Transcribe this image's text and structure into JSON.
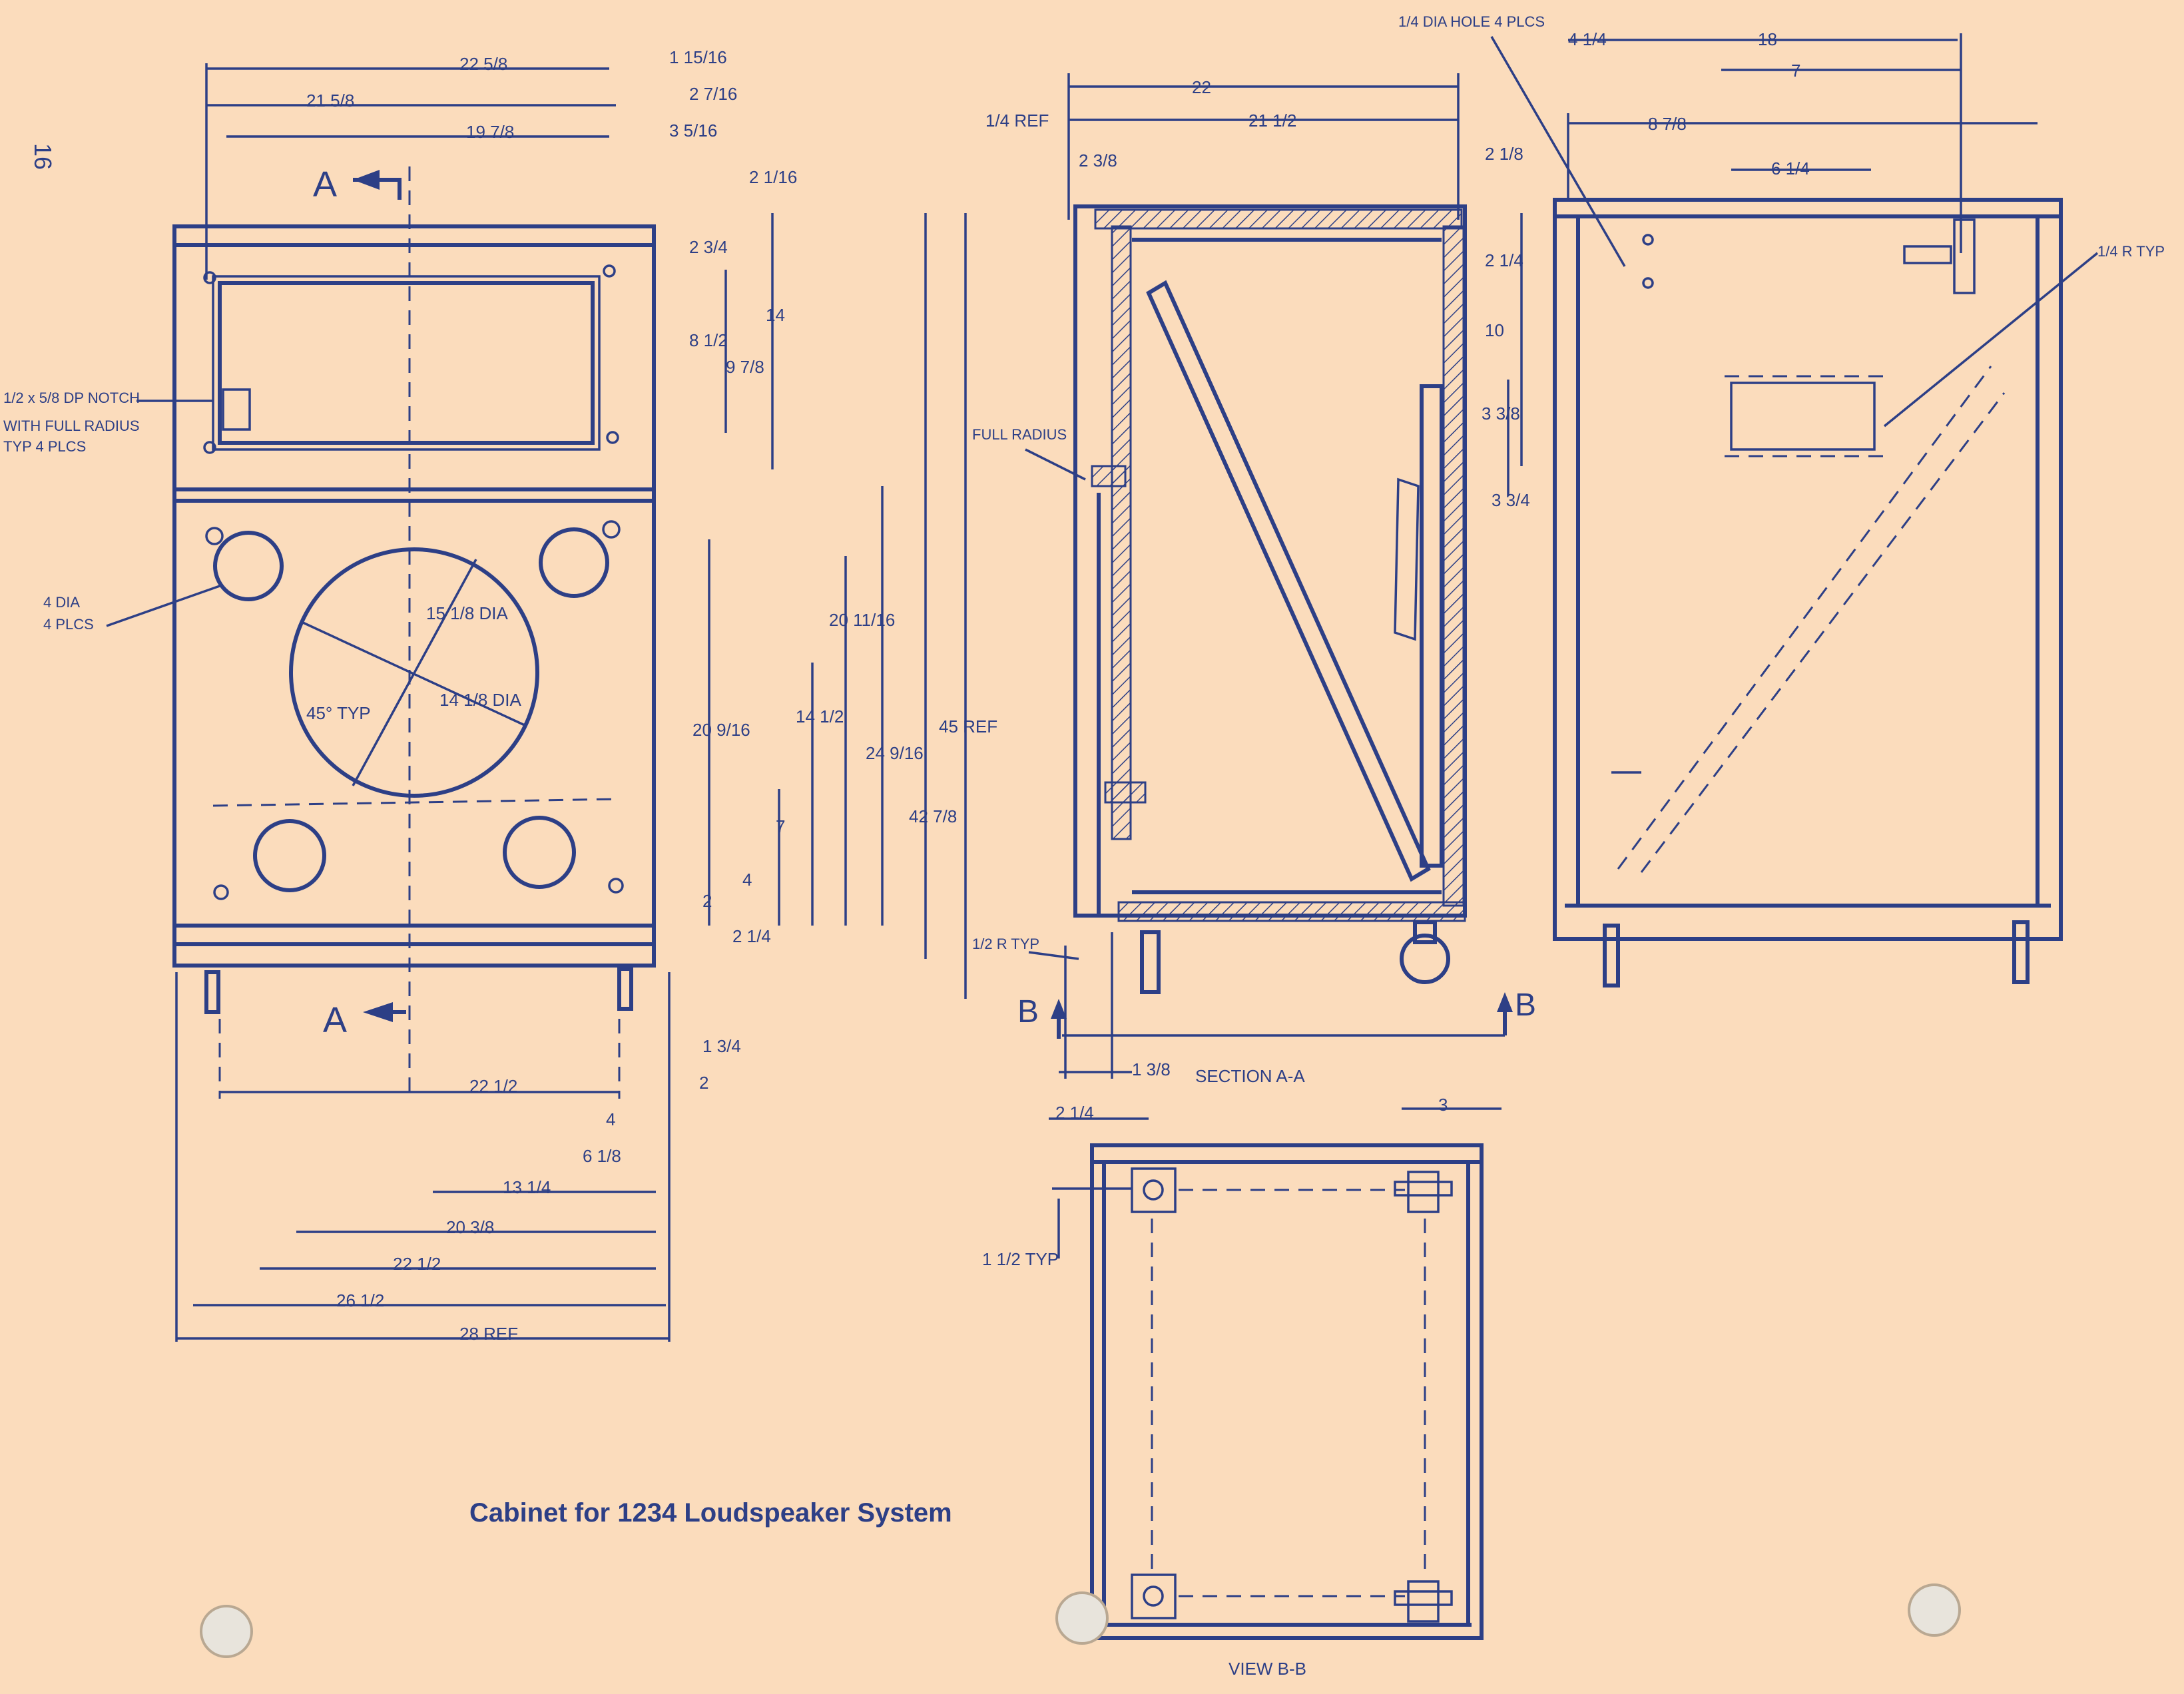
{
  "page_number": "16",
  "caption": "Cabinet for 1234 Loudspeaker System",
  "front_view": {
    "dims_top": [
      "22 5/8",
      "1 15/16",
      "21 5/8",
      "2 7/16",
      "19 7/8",
      "3 5/16",
      "2 1/16"
    ],
    "dims_right": [
      "2 3/4",
      "14",
      "8 1/2",
      "9 7/8",
      "20 11/16",
      "14 1/2",
      "20 9/16",
      "24 9/16",
      "45 REF",
      "42 7/8",
      "7",
      "4",
      "2",
      "2 1/4"
    ],
    "dims_bottom": [
      "1 3/4",
      "2",
      "22 1/2",
      "4",
      "6 1/8",
      "13 1/4",
      "20 3/8",
      "22 1/2",
      "26 1/2",
      "28 REF"
    ],
    "notch_note": [
      "1/2 x 5/8 DP NOTCH",
      "WITH FULL RADIUS",
      "TYP 4 PLCS"
    ],
    "hole_note": [
      "4 DIA",
      "4 PLCS"
    ],
    "circle_dims": [
      "15 1/8 DIA",
      "14 1/8 DIA",
      "45° TYP"
    ],
    "section_marks": [
      "A",
      "A"
    ]
  },
  "section_view": {
    "label": "SECTION A-A",
    "dims": [
      "22",
      "1/4 REF",
      "21 1/2",
      "2 3/8",
      "1 3/8"
    ],
    "notes": [
      "FULL RADIUS",
      "1/2 R TYP"
    ],
    "view_marks": [
      "B",
      "B"
    ]
  },
  "side_view": {
    "dims": [
      "1/4 DIA HOLE 4 PLCS",
      "4 1/4",
      "18",
      "7",
      "8 7/8",
      "6 1/4",
      "2 1/8",
      "2 1/4",
      "10",
      "3 3/8",
      "3 3/4"
    ],
    "notes": [
      "1/4 R TYP"
    ]
  },
  "bottom_view": {
    "label": "VIEW B-B",
    "dims": [
      "2 1/4",
      "3",
      "1 1/2 TYP"
    ]
  }
}
